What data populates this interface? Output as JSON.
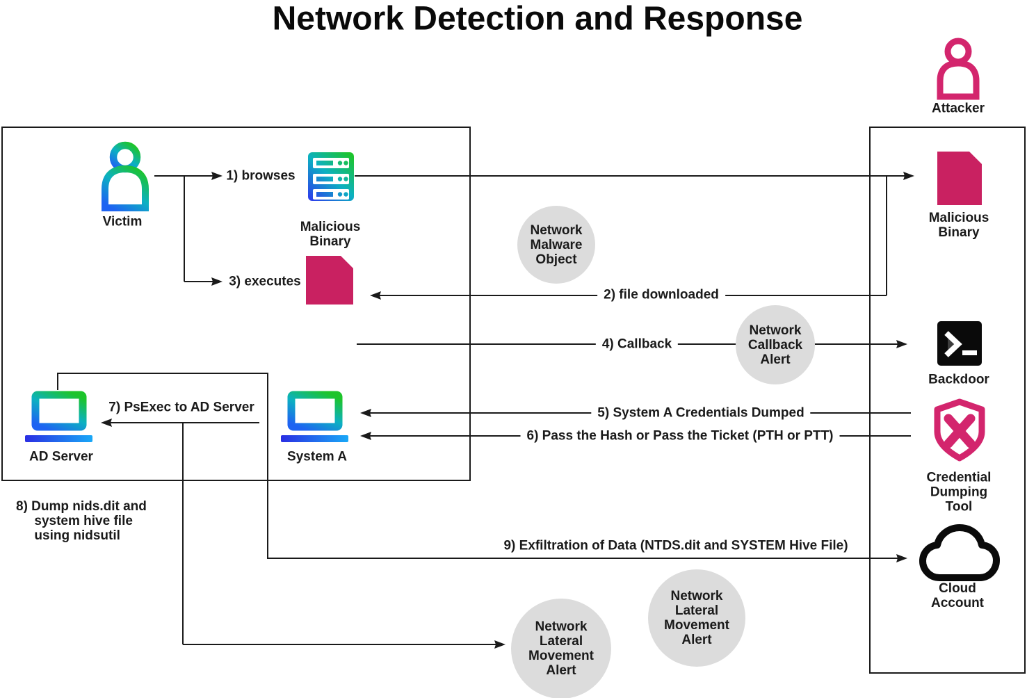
{
  "title": "Network Detection and Response",
  "colors": {
    "line": "#1a1a1a",
    "pink": "#d3256d",
    "doc_pink": "#c92161",
    "gradient_green": "#1dc42b",
    "gradient_teal": "#0cb1c1",
    "gradient_blue": "#1e63f2",
    "gradient_indigo": "#2b41ea",
    "laptop_base_dark": "#2a2ee3",
    "laptop_base_light": "#19a8f7",
    "terminal_black": "#0a0a0a",
    "alert_gray": "#dcdcdc"
  },
  "attacker": {
    "label": "Attacker"
  },
  "left_zone": {
    "victim": "Victim",
    "malicious_binary_site": "Malicious\nBinary",
    "ad_server": "AD Server",
    "system_a": "System A"
  },
  "right_zone": {
    "malicious_binary": "Malicious\nBinary",
    "backdoor": "Backdoor",
    "credential_dumping_tool": "Credential\nDumping\nTool",
    "cloud_account": "Cloud\nAccount"
  },
  "steps": {
    "s1": "1) browses",
    "s2": "2) file downloaded",
    "s3": "3) executes",
    "s4": "4) Callback",
    "s5": "5) System A Credentials Dumped",
    "s6": "6) Pass the Hash or Pass the Ticket (PTH or PTT)",
    "s7": "7) PsExec to AD Server",
    "s8": "8) Dump nids.dit and\n     system hive file\n     using nidsutil",
    "s9": "9) Exfiltration of Data (NTDS.dit and SYSTEM Hive File)"
  },
  "alerts": {
    "malware_object": "Network\nMalware\nObject",
    "callback_alert": "Network\nCallback\nAlert",
    "lateral_movement_1": "Network\nLateral\nMovement\nAlert",
    "lateral_movement_2": "Network\nLateral\nMovement\nAlert"
  }
}
